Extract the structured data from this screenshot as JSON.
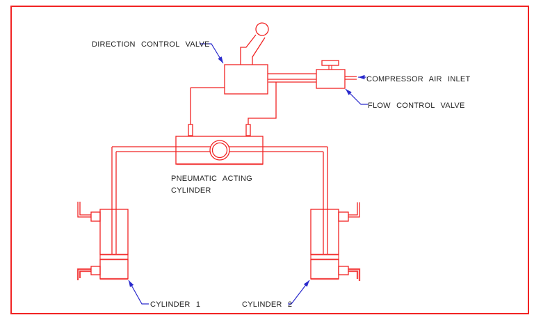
{
  "colors": {
    "line_red": "#f12323",
    "line_red_soft": "#f79090",
    "leader_blue": "#2a2acc",
    "label_text": "#1e1e1e",
    "background": "#ffffff"
  },
  "diagram": {
    "labels": {
      "direction_control_valve": "DIRECTION CONTROL VALVE",
      "compressor_air_inlet": "COMPRESSOR AIR INLET",
      "flow_control_valve": "FLOW CONTROL VALVE",
      "pneumatic_acting_cylinder_line1": "PNEUMATIC ACTING",
      "pneumatic_acting_cylinder_line2": "CYLINDER",
      "cylinder_1": "CYLINDER 1",
      "cylinder_2": "CYLINDER 2"
    }
  }
}
